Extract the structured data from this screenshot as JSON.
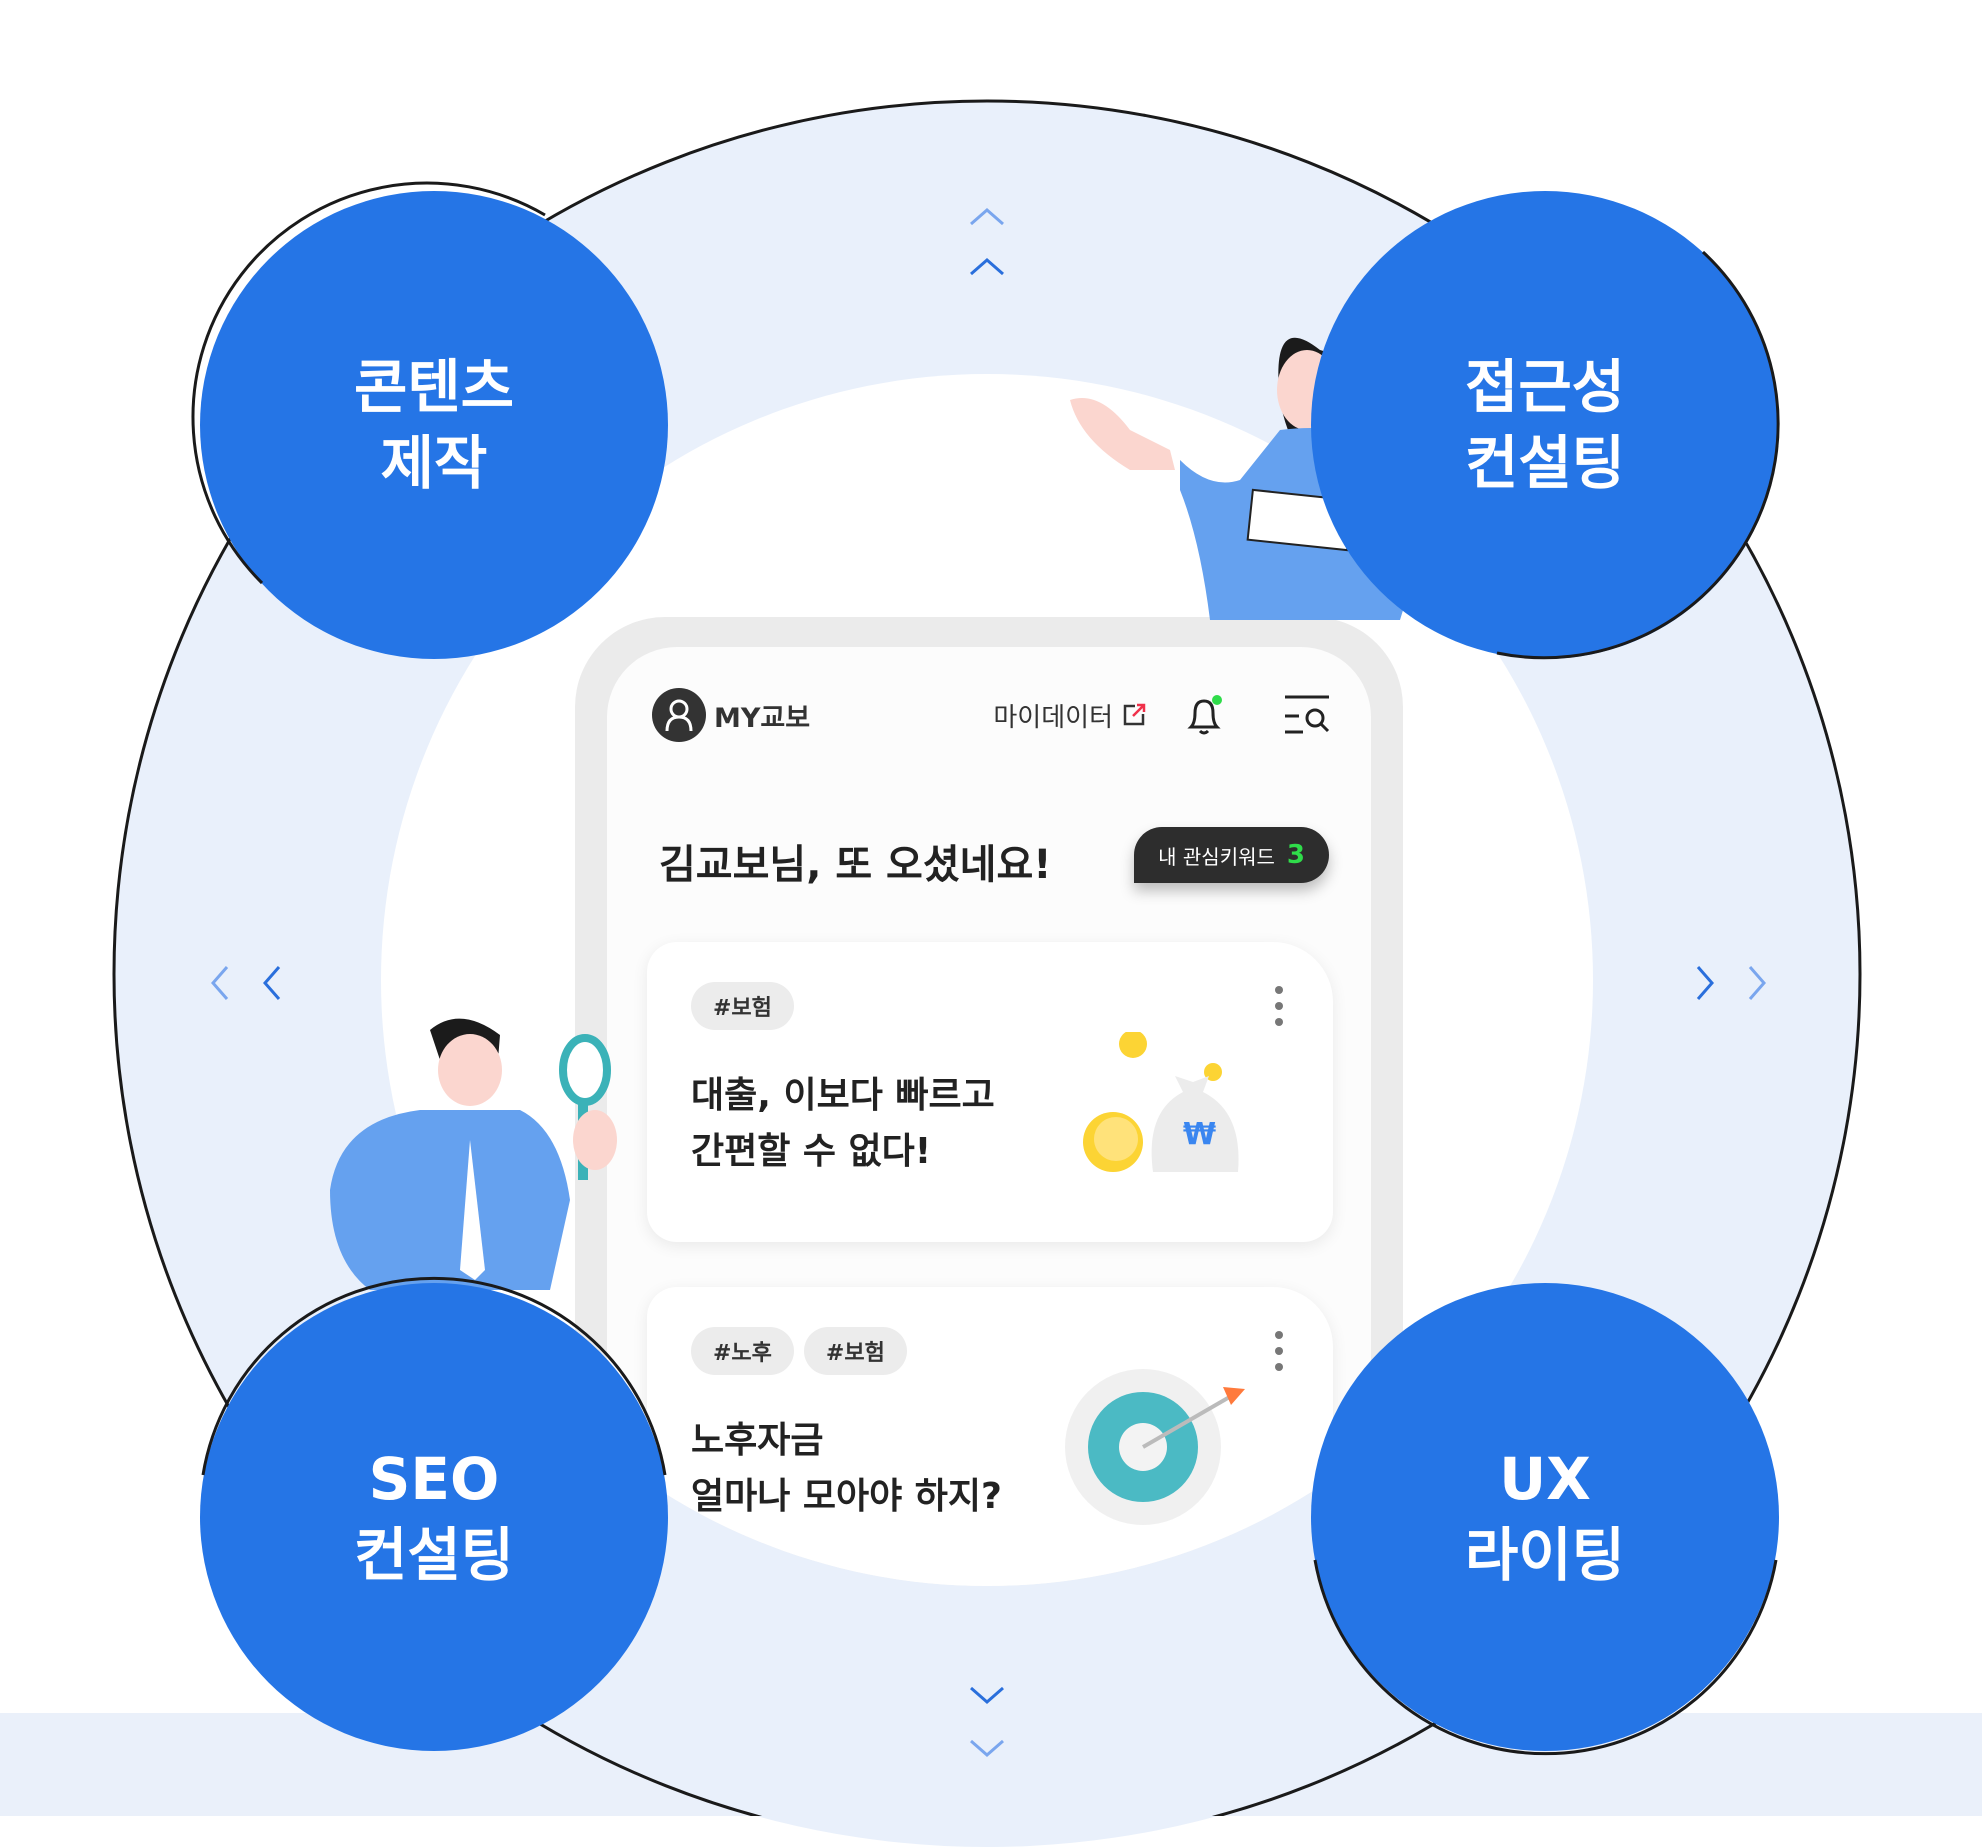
{
  "services": [
    {
      "line1": "콘텐츠",
      "line2": "제작"
    },
    {
      "line1": "접근성",
      "line2": "컨설팅"
    },
    {
      "line1": "SEO",
      "line2": "컨설팅"
    },
    {
      "line1": "UX",
      "line2": "라이팅"
    }
  ],
  "phone": {
    "brand": "MY교보",
    "mydata_link": "마이데이터",
    "greeting": "김교보님, 또 오셨네요!",
    "keyword_button": {
      "label": "내 관심키워드",
      "count": "3"
    },
    "cards": [
      {
        "tags": [
          "#보험"
        ],
        "title_line1": "대출, 이보다 빠르고",
        "title_line2": "간편할 수 없다!"
      },
      {
        "tags": [
          "#노후",
          "#보험"
        ],
        "title_line1": "노후자금",
        "title_line2": "얼마나 모아야 하지?"
      }
    ]
  },
  "colors": {
    "blue": "#2575e6",
    "light_bg": "#e9f0fb",
    "notify": "#2fdc4a",
    "external": "#f0304a"
  }
}
